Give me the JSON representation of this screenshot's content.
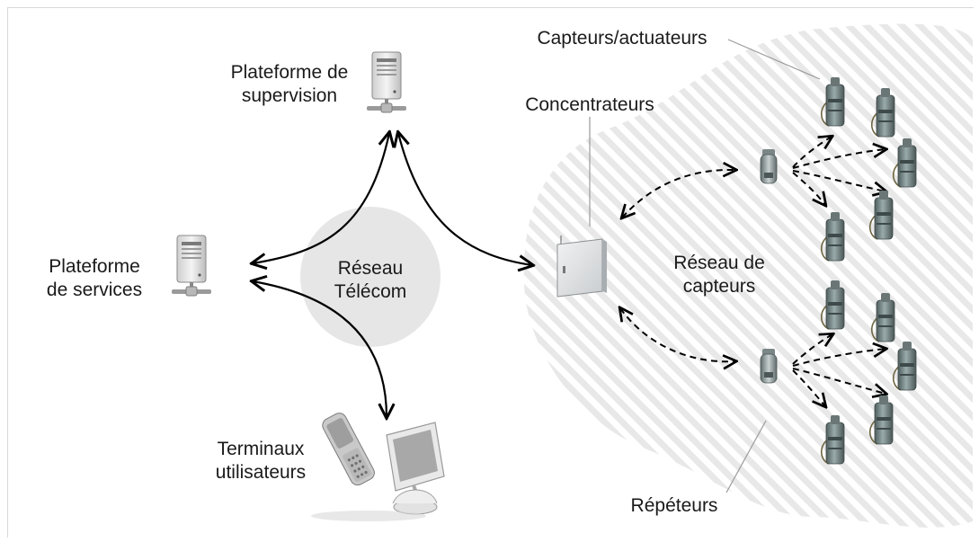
{
  "labels": {
    "supervision_line1": "Plateforme de",
    "supervision_line2": "supervision",
    "services_line1": "Plateforme",
    "services_line2": "de services",
    "telecom_line1": "Réseau",
    "telecom_line2": "Télécom",
    "terminals_line1": "Terminaux",
    "terminals_line2": "utilisateurs",
    "concentrators": "Concentrateurs",
    "sensors_actuators": "Capteurs/actuateurs",
    "sensor_network_line1": "Réseau de",
    "sensor_network_line2": "capteurs",
    "repeaters": "Répéteurs"
  },
  "colors": {
    "telecom_cloud": "#e6e6e6",
    "sensor_zone_stripe_a": "#ececec",
    "sensor_zone_stripe_b": "#ffffff",
    "arrow": "#000000",
    "server_body": "#e9e9e9",
    "sensor_body": "#6f7f7f"
  },
  "icons": {
    "supervision_platform": "server-icon",
    "services_platform": "server-icon",
    "concentrator": "cabinet-icon",
    "repeater": "repeater-icon",
    "sensor": "sensor-icon",
    "terminal_phone": "mobile-phone-icon",
    "terminal_computer": "computer-icon"
  }
}
